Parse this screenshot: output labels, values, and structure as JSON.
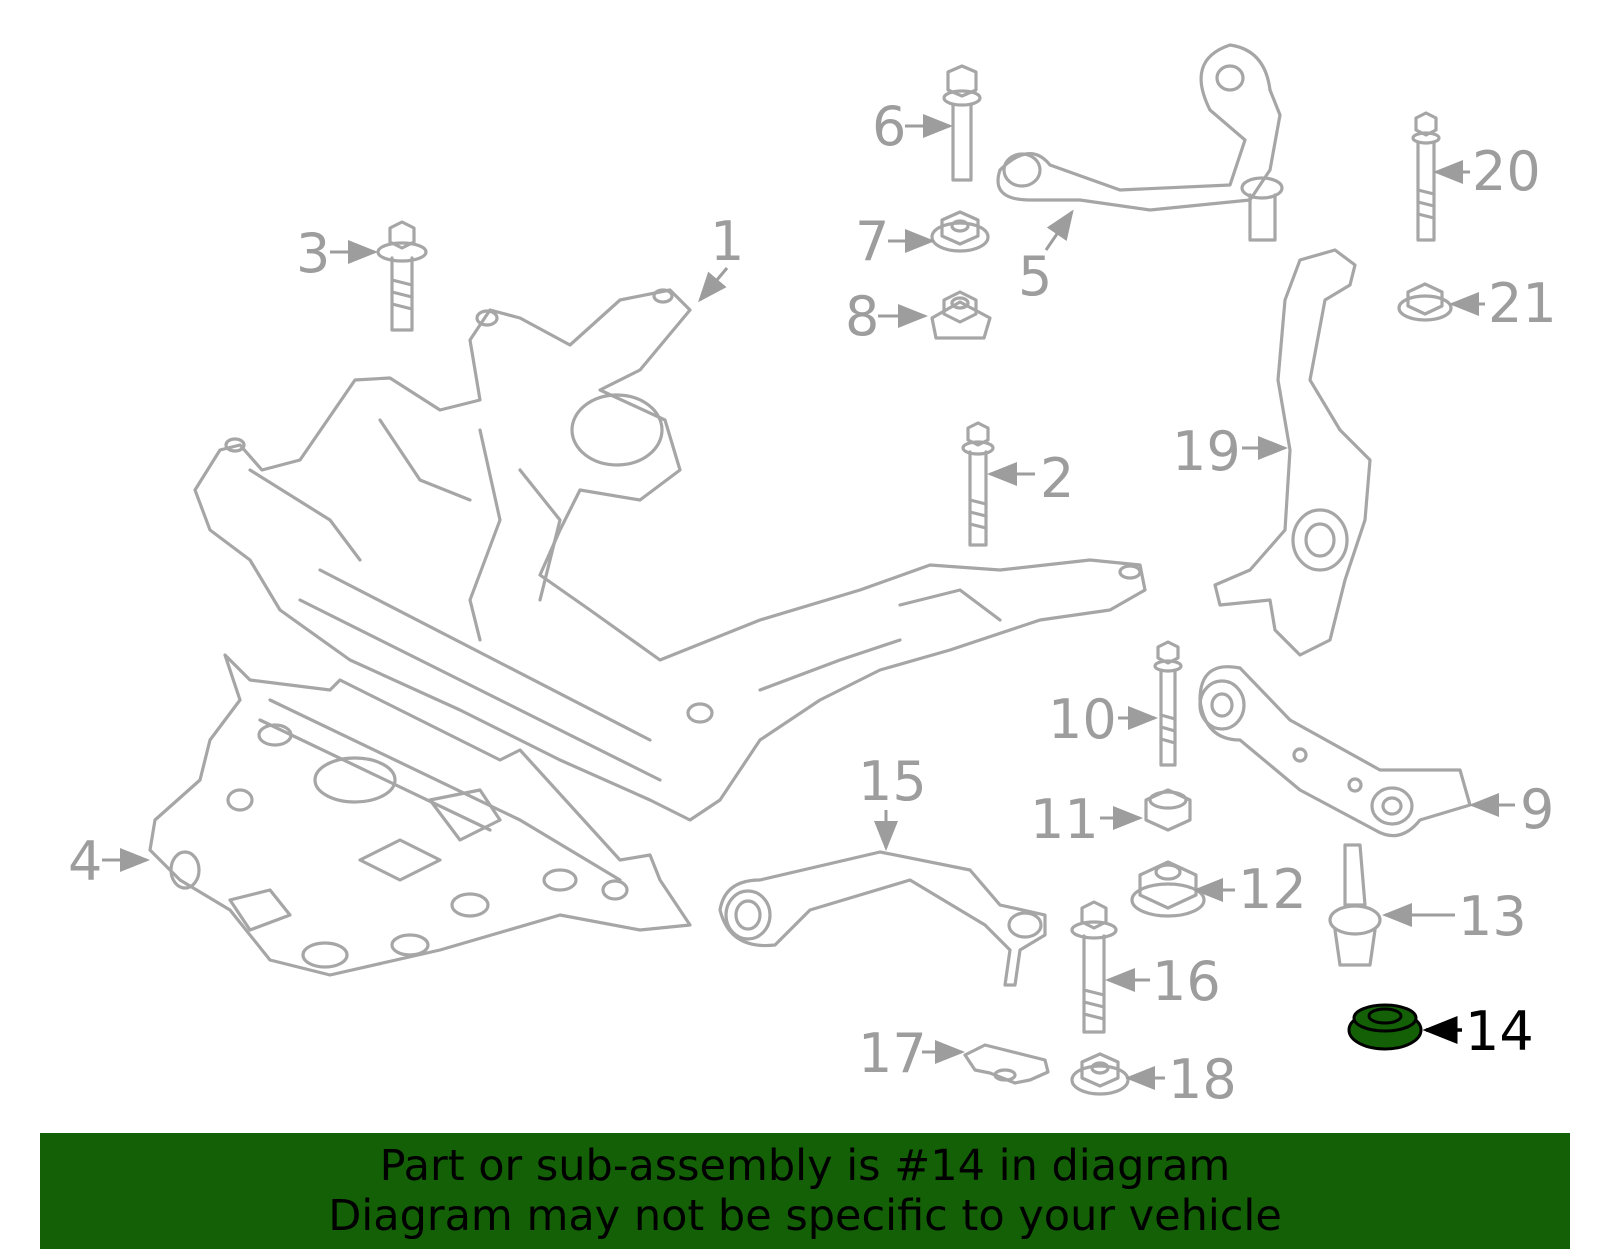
{
  "diagram": {
    "highlighted_part": "14",
    "highlight_color": "#136006",
    "callouts": [
      "1",
      "2",
      "3",
      "4",
      "5",
      "6",
      "7",
      "8",
      "9",
      "10",
      "11",
      "12",
      "13",
      "14",
      "15",
      "16",
      "17",
      "18",
      "19",
      "20",
      "21"
    ]
  },
  "banner": {
    "background_color": "#136006",
    "line1": "Part or sub-assembly is #14 in diagram",
    "line2": "Diagram may not be specific to your vehicle"
  }
}
